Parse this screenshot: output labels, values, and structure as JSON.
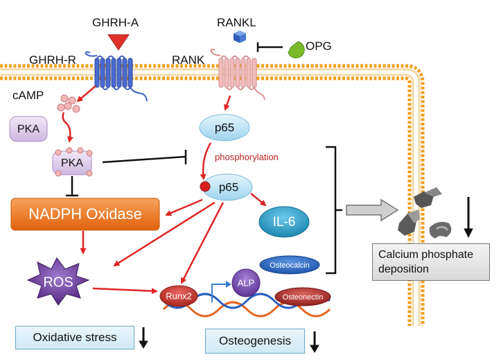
{
  "labels": {
    "ghrh_a": "GHRH-A",
    "ghrh_r": "GHRH-R",
    "rankl": "RANKL",
    "rank": "RANK",
    "opg": "OPG",
    "camp": "cAMP",
    "pka_free": "PKA",
    "pka_active": "PKA",
    "p65_top": "p65",
    "p65_bottom": "p65",
    "phosphorylation": "phosphorylation",
    "il6": "IL-6",
    "nadph": "NADPH Oxidase",
    "ros": "ROS",
    "runx2": "Runx2",
    "alp": "ALP",
    "osteocalcin": "Osteocalcin",
    "osteonectin": "Osteonectin",
    "oxidative_stress": "Oxidative stress",
    "osteogenesis": "Osteogenesis",
    "calcium_line1": "Calcium phosphate",
    "calcium_line2": "deposition"
  },
  "colors": {
    "arrow_red": "#e02424",
    "membrane_orange": "#f0a020",
    "receptor_blue": "#3f5fc0",
    "rank_pink": "#e8a8a8",
    "nadph_orange": "#f07a1a",
    "ros_purple": "#6a3c9c",
    "il6_teal": "#2a9cc4",
    "runx2_red": "#c83a32",
    "alp_purple": "#7a4cb0",
    "osteocalcin_blue": "#2f6cc8",
    "osteonectin_red": "#b83a3a"
  }
}
